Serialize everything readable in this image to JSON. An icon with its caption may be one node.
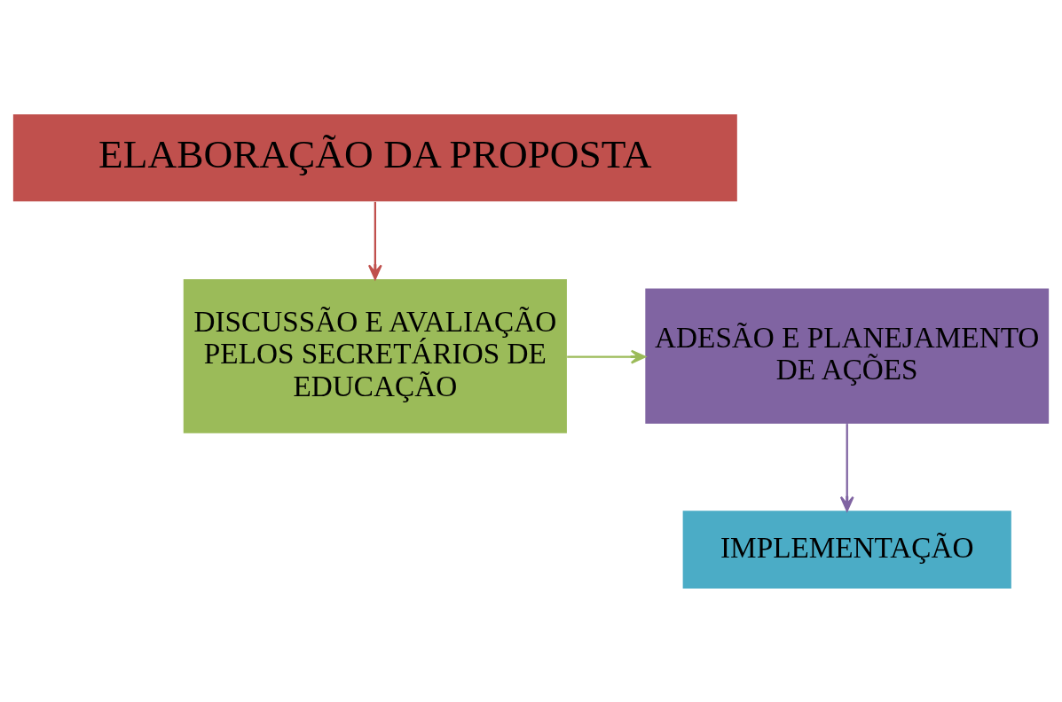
{
  "diagram": {
    "nodes": [
      {
        "text": [
          "ELABORAÇÃO DA PROPOSTA"
        ]
      },
      {
        "text": [
          "DISCUSSÃO E AVALIAÇÃO PELOS SECRETÁRIOS DE EDUCAÇÃO"
        ]
      },
      {
        "text": [
          "ADESÃO E PLANEJAMENTO DE AÇÕES"
        ]
      },
      {
        "text": [
          "IMPLEMENTAÇÃO"
        ]
      }
    ],
    "edges": [
      {
        "from": 0,
        "to": 1,
        "arrow": "to",
        "color": "#c0504d"
      },
      {
        "from": 1,
        "to": 2,
        "arrow": "to",
        "color": "#9bbb59"
      },
      {
        "from": 2,
        "to": 3,
        "arrow": "to",
        "color": "#8064a2"
      }
    ]
  }
}
